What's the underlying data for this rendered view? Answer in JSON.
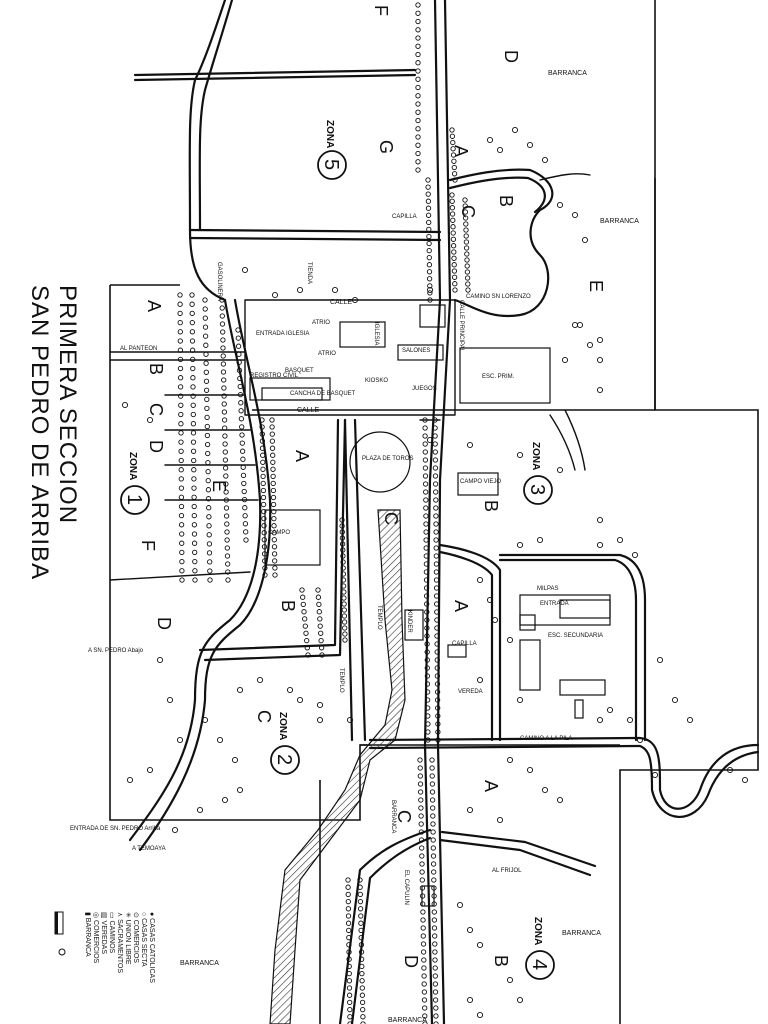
{
  "title": {
    "line1": "SAN PEDRO DE ARRIBA",
    "line2": "PRIMERA SECCION"
  },
  "zones": [
    {
      "word": "ZONA",
      "number": "1"
    },
    {
      "word": "ZONA",
      "number": "2"
    },
    {
      "word": "ZONA",
      "number": "3"
    },
    {
      "word": "ZONA",
      "number": "4"
    },
    {
      "word": "ZONA",
      "number": "5"
    }
  ],
  "sections": [
    "A",
    "B",
    "C",
    "D",
    "E",
    "F",
    "G"
  ],
  "places": {
    "barranca": "BARRANCA",
    "calle": "CALLE",
    "calle_principal": "CALLE PRINCIPAL",
    "camino_lorenzo": "CAMINO SN LORENZO",
    "capilla": "CAPILLA",
    "atrio": "ATRIO",
    "iglesia": "IGLESIA",
    "entrada_iglesia": "ENTRADA IGLESIA",
    "salones": "SALONES",
    "registro_civil": "REGISTRO CIVIL",
    "basquet": "BASQUET",
    "cancha_basquet": "CANCHA DE BASQUET",
    "kiosko": "KIOSKO",
    "juegos": "JUEGOS",
    "esc_prim": "ESC. PRIM.",
    "al_panteon": "AL PANTEON",
    "plaza_toros": "PLAZA DE TOROS",
    "campo_viejo": "CAMPO VIEJO",
    "campo": "CAMPO",
    "milpas": "MILPAS",
    "entrada": "ENTRADA",
    "esc_secundaria": "ESC. SECUNDARIA",
    "kinder": "KINDER",
    "templo": "TEMPLO",
    "vereda": "VEREDA",
    "camino_pila": "CAMINO A LA PILA",
    "a_sn_pedro_abajo": "A SN. PEDRO Abajo",
    "entrada_sn_pedro": "ENTRADA DE SN. PEDRO Arriba",
    "a_temoaya": "A TEMOAYA",
    "el_capulin": "EL CAPULIN",
    "al_frijol": "AL FRIJOL",
    "tienda": "TIENDA",
    "gasolinera": "GASOLINERA",
    "capilla_small": "CAPILLA",
    "barranca_label": "BARRANCA"
  },
  "legend": [
    {
      "symbol": "●",
      "label": "CASAS CATOLICAS"
    },
    {
      "symbol": "○",
      "label": "CASAS SECTA"
    },
    {
      "symbol": "⊙",
      "label": "COMERCIOS"
    },
    {
      "symbol": "✳",
      "label": "UNION LIBRE"
    },
    {
      "symbol": "⋏",
      "label": "SACRAMENTOS"
    },
    {
      "symbol": "▭",
      "label": "CAMINOS"
    },
    {
      "symbol": "▥",
      "label": "VEREDAS"
    },
    {
      "symbol": "◎",
      "label": "COMERCIOS"
    },
    {
      "symbol": "▮",
      "label": "BARRANCA"
    }
  ]
}
